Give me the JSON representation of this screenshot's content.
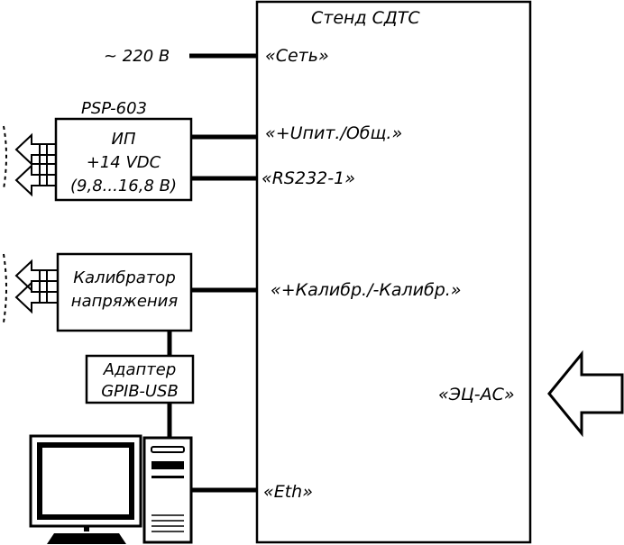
{
  "stand": {
    "title": "Стенд СДТС",
    "port_net": "«Сеть»",
    "port_power": "«+Uпит./Общ.»",
    "port_rs232": "«RS232-1»",
    "port_calib": "«+Калибр./-Калибр.»",
    "port_ecas": "«ЭЦ-АС»",
    "port_eth": "«Eth»"
  },
  "mains": {
    "label": "~ 220 В"
  },
  "power_supply": {
    "model": "PSP-603",
    "line1": "ИП",
    "line2": "+14  VDC",
    "line3": "(9,8...16,8 В)"
  },
  "calibrator": {
    "line1": "Калибратор",
    "line2": "напряжения"
  },
  "adapter": {
    "line1": "Адаптер",
    "line2": "GPIB-USB"
  }
}
